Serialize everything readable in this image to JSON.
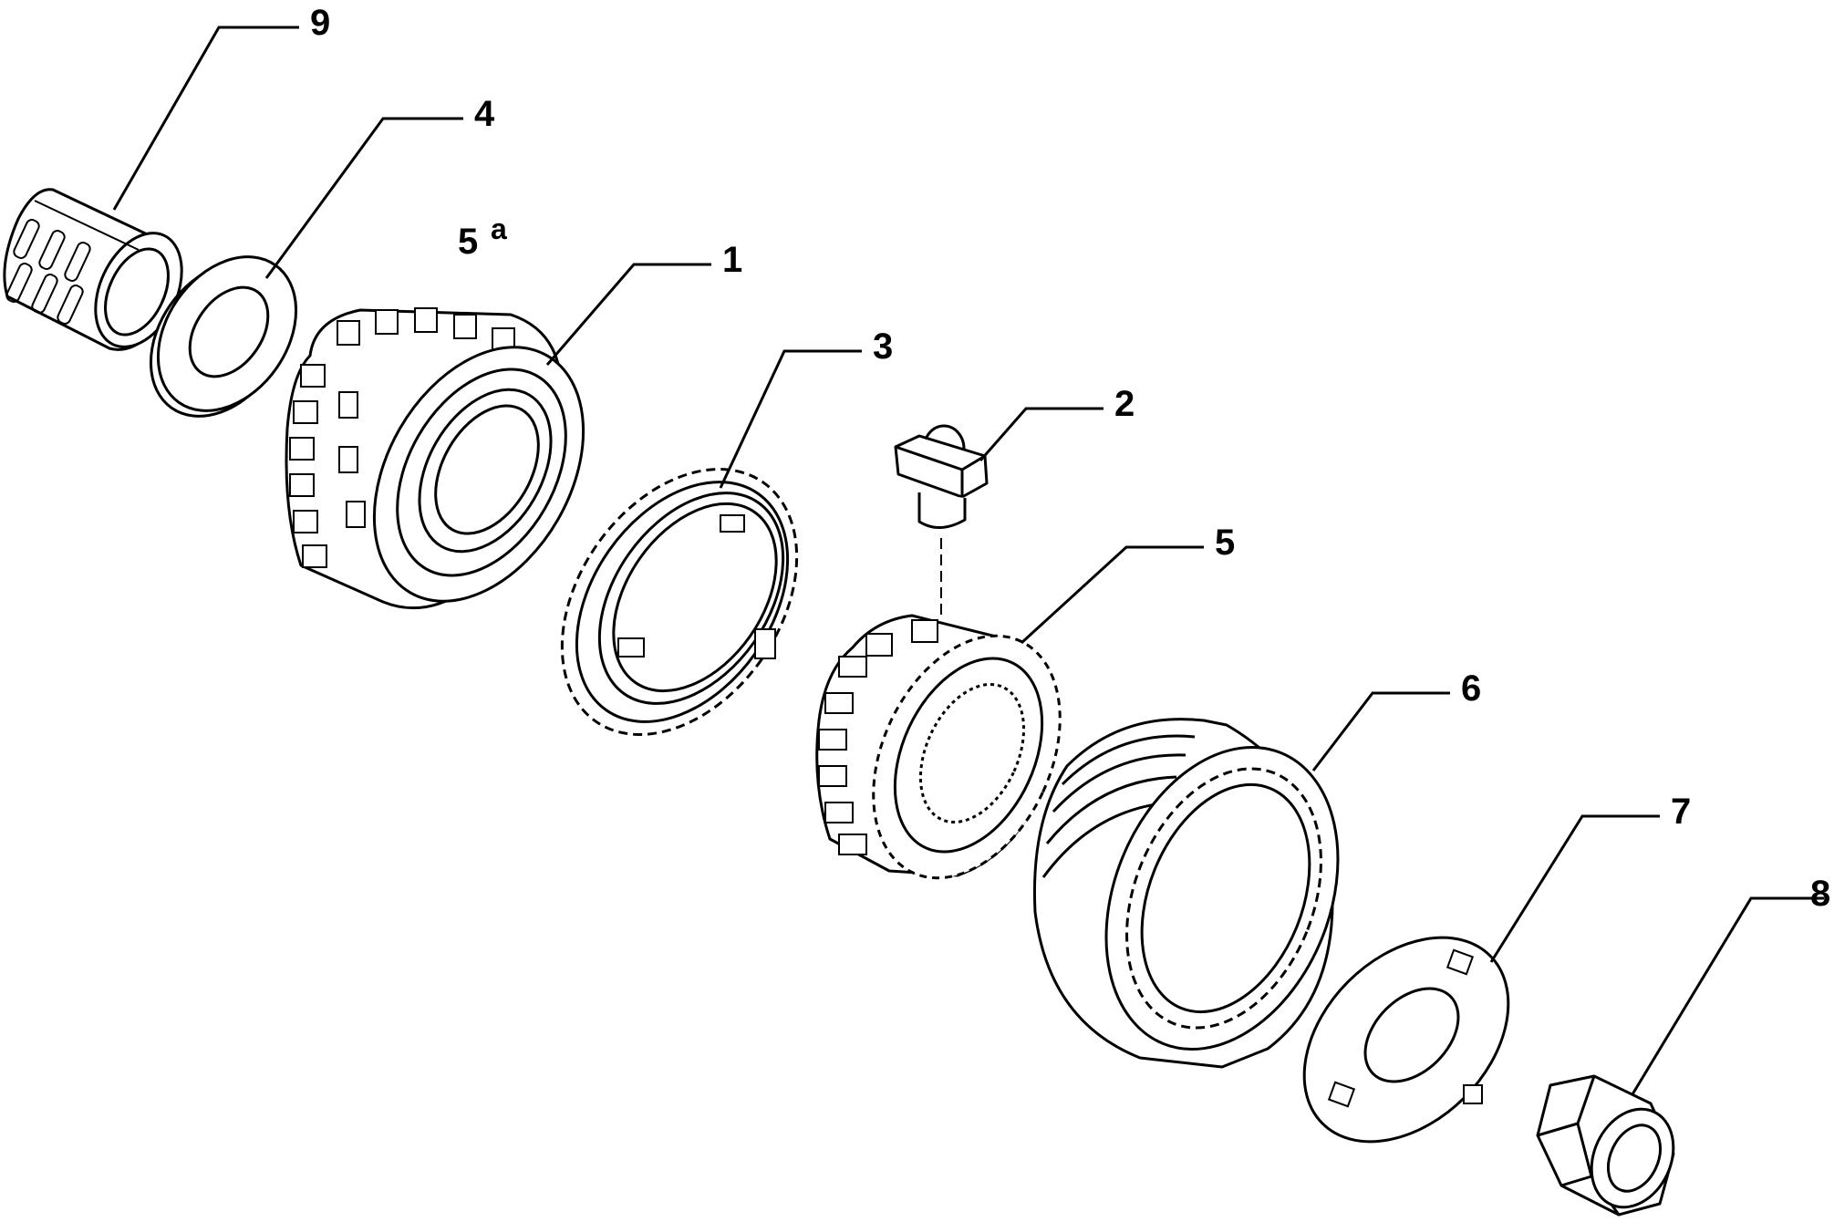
{
  "diagram": {
    "title_label": "5",
    "title_superscript": "a",
    "callouts": [
      {
        "id": "9",
        "text": "9",
        "part": "needle-roller-bearing"
      },
      {
        "id": "4",
        "text": "4",
        "part": "thrust-washer"
      },
      {
        "id": "1",
        "text": "1",
        "part": "fifth-speed-gear"
      },
      {
        "id": "3",
        "text": "3",
        "part": "synchronizer-ring"
      },
      {
        "id": "2",
        "text": "2",
        "part": "detent-plunger"
      },
      {
        "id": "5",
        "text": "5",
        "part": "synchronizer-hub"
      },
      {
        "id": "6",
        "text": "6",
        "part": "sliding-sleeve"
      },
      {
        "id": "7",
        "text": "7",
        "part": "lock-washer"
      },
      {
        "id": "8",
        "text": "8",
        "part": "hex-nut"
      }
    ]
  }
}
